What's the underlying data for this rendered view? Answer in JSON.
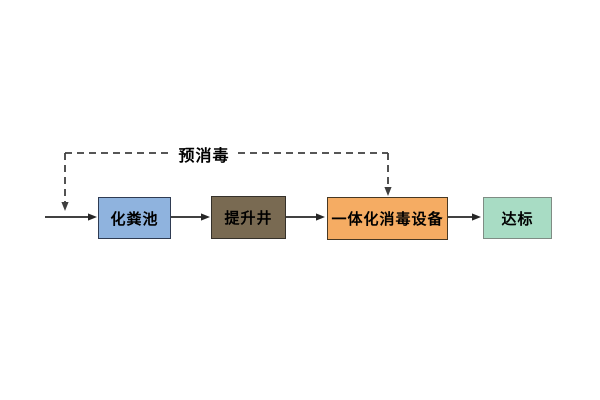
{
  "diagram": {
    "feedback_label": "预消毒",
    "nodes": [
      {
        "id": "septic-tank",
        "label": "化粪池",
        "fill": "#8FB3DE",
        "border": "#2F3B52"
      },
      {
        "id": "lift-well",
        "label": "提升井",
        "fill": "#796A52",
        "border": "#35312A"
      },
      {
        "id": "integrated-disinfection-unit",
        "label": "一体化消毒设备",
        "fill": "#F5AC63",
        "border": "#473823"
      },
      {
        "id": "standard-reached",
        "label": "达标",
        "fill": "#A8DCC4",
        "border": "#7F8C84"
      }
    ],
    "colors": {
      "solid_line": "#262626",
      "dashed_line": "#3F3F3F",
      "text": "#000000"
    }
  }
}
